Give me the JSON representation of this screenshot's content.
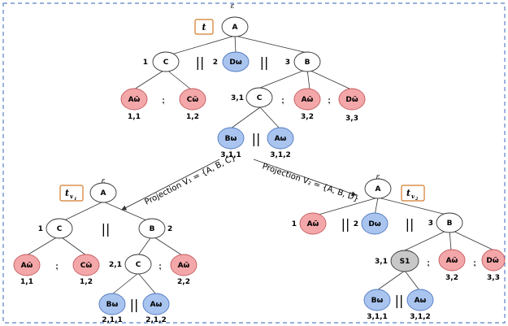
{
  "colors": {
    "border": "#5b7fc7",
    "red_fill": "#f4a7a9",
    "red_stroke": "#c45a5e",
    "blue_fill": "#a9c4ee",
    "blue_stroke": "#4f78c0",
    "white_fill": "#ffffff",
    "gray_fill": "#c8c8c8",
    "tag_stroke": "#d27a2a"
  },
  "top_tree": {
    "epsilon": "ε",
    "tag": "t",
    "root": "A",
    "c1": {
      "label": "C",
      "index": "1"
    },
    "dw": {
      "label": "Dω",
      "index": "2"
    },
    "b3": {
      "label": "B",
      "index": "3"
    },
    "a11": {
      "label": "Aω̃",
      "index": "1,1"
    },
    "c12": {
      "label": "Cω̃",
      "index": "1,2"
    },
    "c31": {
      "label": "C",
      "index": "3,1"
    },
    "a32": {
      "label": "Aω̃",
      "index": "3,2"
    },
    "d33": {
      "label": "Dω̃",
      "index": "3,3"
    },
    "b311": {
      "label": "Bω",
      "index": "3,1,1"
    },
    "a312": {
      "label": "Aω",
      "index": "3,1,2"
    }
  },
  "left_tree": {
    "epsilon": "ε",
    "tag_base": "t",
    "tag_sub": "v",
    "tag_subsub": "1",
    "root": "A",
    "c1": {
      "label": "C",
      "index": "1"
    },
    "b2": {
      "label": "B",
      "index": "2"
    },
    "a11": {
      "label": "Aω̃",
      "index": "1,1"
    },
    "c12": {
      "label": "Cω̃",
      "index": "1,2"
    },
    "c21": {
      "label": "C",
      "index": "2,1"
    },
    "a22": {
      "label": "Aω̃",
      "index": "2,2"
    },
    "b211": {
      "label": "Bω",
      "index": "2,1,1"
    },
    "a212": {
      "label": "Aω",
      "index": "2,1,2"
    }
  },
  "right_tree": {
    "epsilon": "ε",
    "tag_base": "t",
    "tag_sub": "v",
    "tag_subsub": "2",
    "root": "A",
    "a1": {
      "label": "Aω̃",
      "index": "1"
    },
    "d2": {
      "label": "Dω",
      "index": "2"
    },
    "b3": {
      "label": "B",
      "index": "3"
    },
    "s31": {
      "label": "S1",
      "index": "3,1"
    },
    "a32": {
      "label": "Aω̃",
      "index": "3,2"
    },
    "d33": {
      "label": "Dω̃",
      "index": "3,3"
    },
    "b311": {
      "label": "Bω",
      "index": "3,1,1"
    },
    "a312": {
      "label": "Aω",
      "index": "3,1,2"
    }
  },
  "projections": {
    "left": "Projection V₁ = {A, B, C}",
    "right": "Projection V₂ = {A, B, D}"
  },
  "operators": {
    "parallel": "||",
    "interleave": "⨟"
  }
}
